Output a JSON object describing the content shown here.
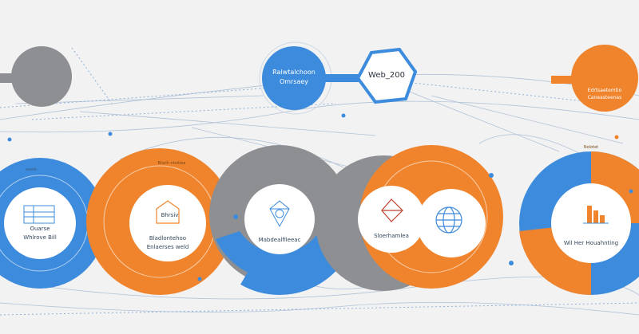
{
  "colors": {
    "blue": "#3d8bdc",
    "orange": "#f0842c",
    "gray": "#8d8f93",
    "background": "#f2f2f3",
    "line": "#9fb6cf"
  },
  "top_row": {
    "left_node": {
      "lines": [
        "",
        ""
      ]
    },
    "center_node": {
      "title": "Ralwtalchoon",
      "subtitle": "Omrsaey"
    },
    "hex_badge": {
      "label": "Web_200"
    },
    "right_node": {
      "lines": [
        "Edrtsaetemtio",
        "Caneasteenas"
      ]
    }
  },
  "bottom_row": [
    {
      "icon": "blueprint-icon",
      "lines": [
        "Ouarse",
        "Whlrove Bill"
      ]
    },
    {
      "icon": "house-icon",
      "lines": [
        "Bhrsiv",
        "Bladlontehoo",
        "Enlaerses weld"
      ]
    },
    {
      "icon": "network-hex-icon",
      "lines": [
        "Mabdealfileeac"
      ]
    },
    {
      "icon": "molecule-hex-icon",
      "lines": [
        "Sloerhamlea"
      ]
    },
    {
      "icon": "globe-icon",
      "lines": []
    },
    {
      "icon": "chart-icon",
      "lines": [
        "Wil Her Houahnting"
      ]
    }
  ],
  "small_tags": [
    "eeole",
    "Bhelh ntoitiee",
    "Nolotet"
  ]
}
